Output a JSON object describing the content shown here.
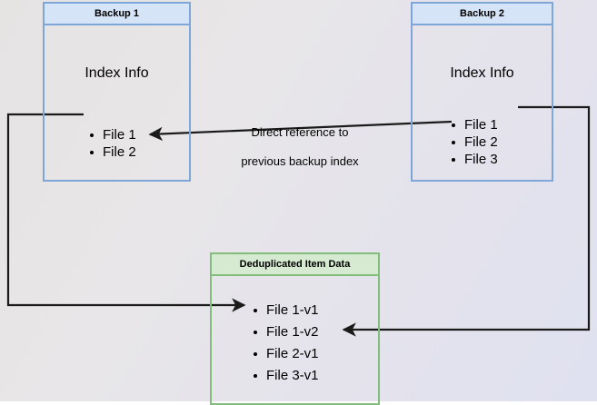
{
  "diagram": {
    "title": "Backup deduplication index reference diagram",
    "background_colors": {
      "canvas_left": "#e6e3e3",
      "canvas_right": "#e0e1f0"
    },
    "colors": {
      "blue_border": "#7ea6d9",
      "blue_header_fill": "#d5e4f7",
      "green_border": "#82bd7c",
      "green_header_fill": "#d5ead1",
      "arrow_stroke": "#1a1a1a",
      "text": "#000000"
    }
  },
  "backup1": {
    "header": "Backup 1",
    "index_title": "Index Info",
    "files": [
      {
        "label": "File 1"
      },
      {
        "label": "File 2"
      }
    ]
  },
  "backup2": {
    "header": "Backup 2",
    "index_title": "Index Info",
    "files": [
      {
        "label": "File 1"
      },
      {
        "label": "File 2"
      },
      {
        "label": "File 3"
      }
    ]
  },
  "dedup": {
    "header": "Deduplicated Item Data",
    "items": [
      {
        "label": "File 1-v1"
      },
      {
        "label": "File 1-v2"
      },
      {
        "label": "File 2-v1"
      },
      {
        "label": "File 3-v1"
      }
    ]
  },
  "annotation": {
    "line1": "Direct reference to",
    "line2": "previous backup index",
    "full": "Direct reference to\nprevious backup index"
  },
  "connectors": [
    {
      "name": "backup1-file1-to-dedup-file1v1",
      "from": "Backup 1 / File 1",
      "to": "Deduplicated Item Data / File 1-v1",
      "style": "orthogonal",
      "arrowhead": "end"
    },
    {
      "name": "backup2-index-to-backup1-file2",
      "from": "Backup 2 / File 2",
      "to": "Backup 1 / File 2",
      "style": "straight",
      "arrowhead": "end"
    },
    {
      "name": "backup2-file1-to-dedup-file1v2",
      "from": "Backup 2 / File 1",
      "to": "Deduplicated Item Data / File 1-v2",
      "style": "orthogonal",
      "arrowhead": "end"
    }
  ]
}
